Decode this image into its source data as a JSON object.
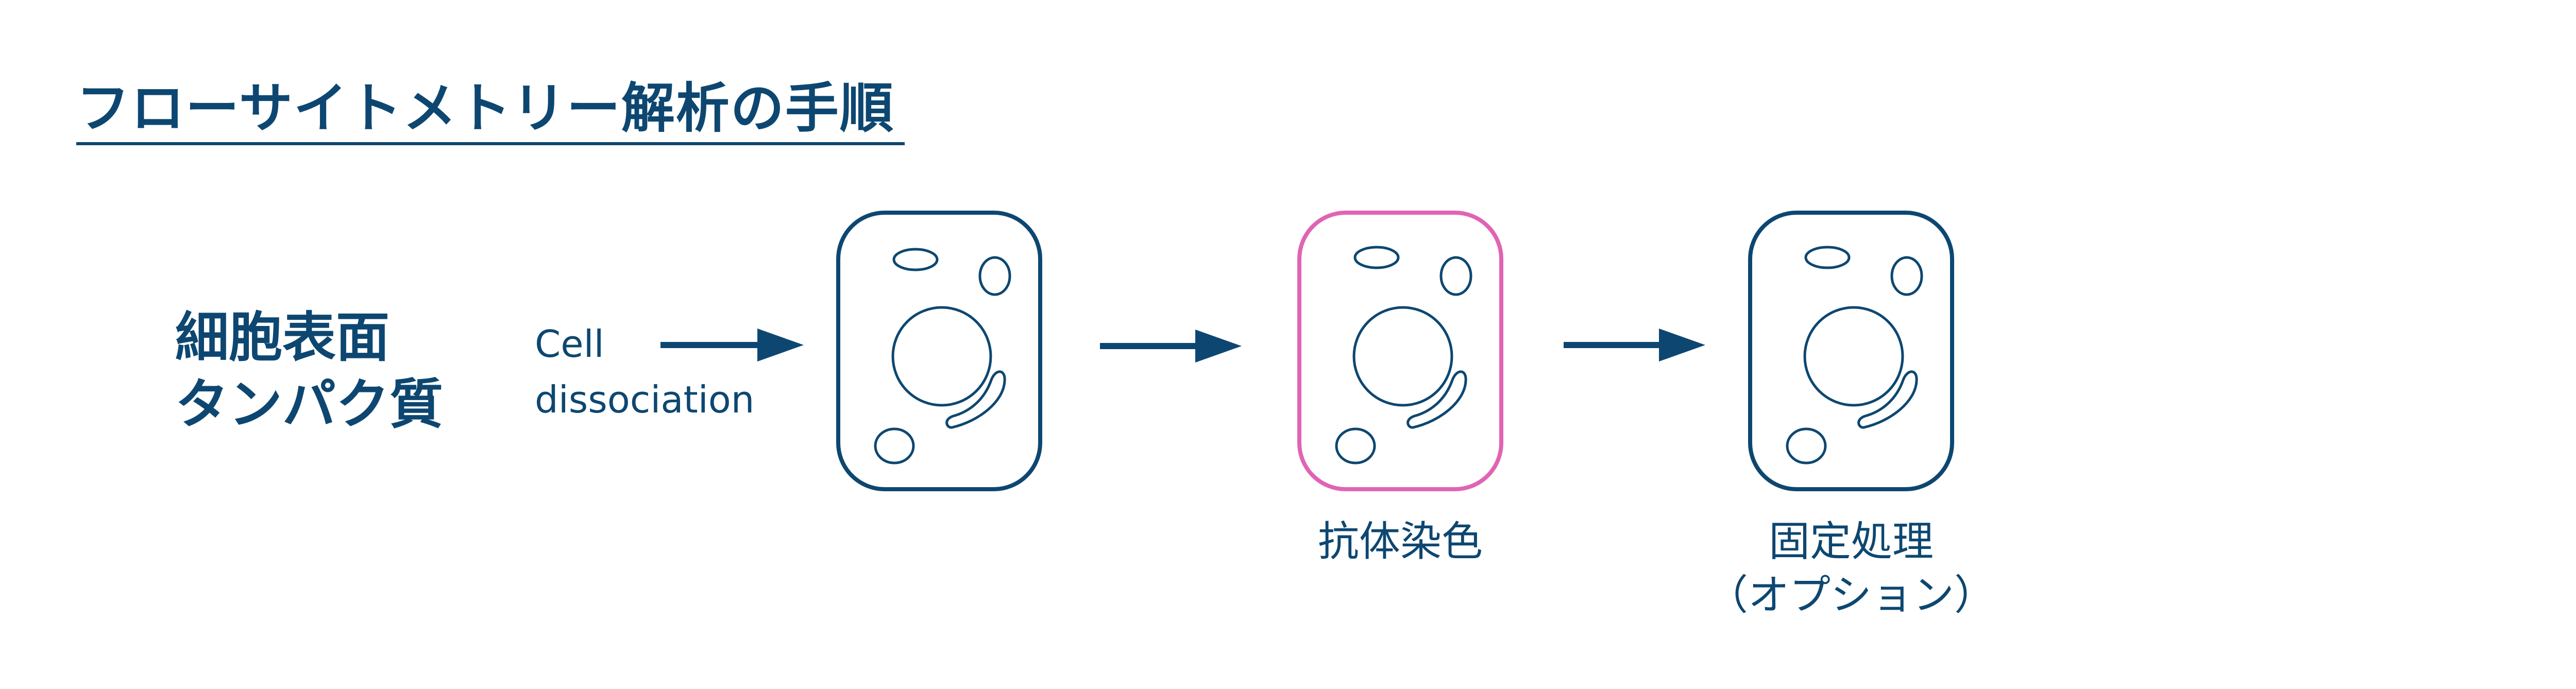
{
  "title": "フローサイトメトリー解析の手順",
  "target": {
    "line1": "細胞表面",
    "line2": "タンパク質"
  },
  "first_step": {
    "line1": "Cell",
    "line2": "dissociation"
  },
  "captions": {
    "staining": "抗体染色",
    "fixation_line1": "固定処理",
    "fixation_line2": "（オプション）"
  },
  "colors": {
    "navy": "#0d4771",
    "pink": "#e064b4"
  }
}
